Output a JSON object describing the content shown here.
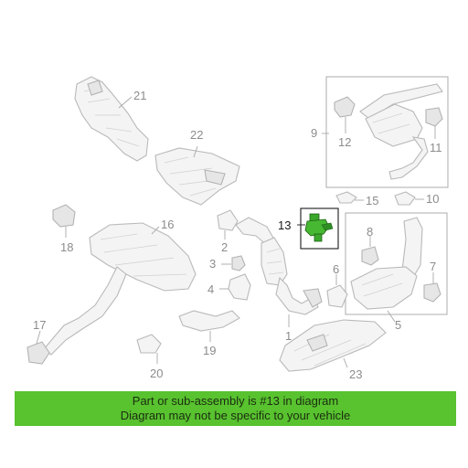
{
  "callouts": {
    "p1": "1",
    "p2": "2",
    "p3": "3",
    "p4": "4",
    "p5": "5",
    "p6": "6",
    "p7": "7",
    "p8": "8",
    "p9": "9",
    "p10": "10",
    "p11": "11",
    "p12": "12",
    "p13": "13",
    "p15": "15",
    "p16": "16",
    "p17": "17",
    "p18": "18",
    "p19": "19",
    "p20": "20",
    "p21": "21",
    "p22": "22",
    "p23": "23"
  },
  "highlighted_part": "13",
  "banner": {
    "line1": "Part or sub-assembly is #13 in diagram",
    "line2": "Diagram may not be specific to your vehicle",
    "color": "#58c22f"
  },
  "colors": {
    "highlight_part": "#3aa82a",
    "line_art": "#b9b9b9",
    "callout_text": "#8c8c8c"
  }
}
